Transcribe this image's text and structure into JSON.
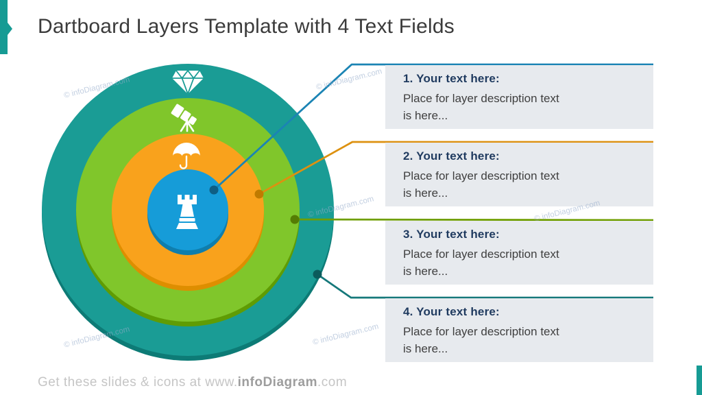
{
  "slide": {
    "title": "Dartboard Layers Template with 4 Text Fields",
    "watermark": "© infoDiagram.com",
    "accent_color": "#169B94",
    "footer": {
      "prefix": "Get these slides & icons at www.",
      "brand": "infoDiagram",
      "suffix": ".com"
    }
  },
  "dartboard": {
    "layers": [
      {
        "name": "outer-ring",
        "icon": "diamond-icon",
        "color": "#1A9C95",
        "shadow": "#0D7B76"
      },
      {
        "name": "second-ring",
        "icon": "telescope-icon",
        "color": "#80C62B",
        "shadow": "#5F9C04"
      },
      {
        "name": "third-ring",
        "icon": "umbrella-icon",
        "color": "#F9A21C",
        "shadow": "#DE8E00"
      },
      {
        "name": "center",
        "icon": "rook-icon",
        "color": "#169CD8",
        "shadow": "#0F7EAD"
      }
    ]
  },
  "callouts": [
    {
      "title": "1. Your text here:",
      "body": "Place for layer description text\nis here...",
      "line_color": "#1B84B4",
      "dot_color": "#0E5E84"
    },
    {
      "title": "2. Your text here:",
      "body": "Place for layer description text\nis here...",
      "line_color": "#DD9110",
      "dot_color": "#BF7B00"
    },
    {
      "title": "3. Your text here:",
      "body": "Place for layer description text\nis here...",
      "line_color": "#6F9E00",
      "dot_color": "#557C04"
    },
    {
      "title": "4. Your text here:",
      "body": "Place for layer description text\nis here...",
      "line_color": "#15787A",
      "dot_color": "#0B5B5C"
    }
  ]
}
